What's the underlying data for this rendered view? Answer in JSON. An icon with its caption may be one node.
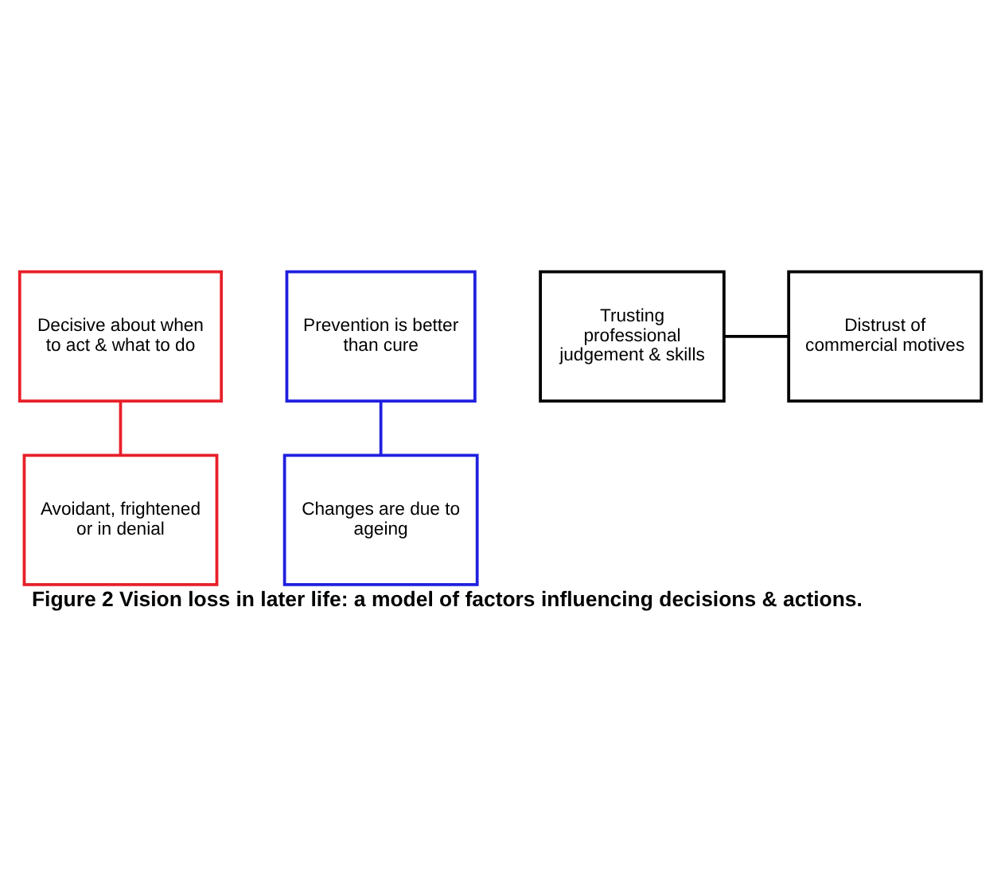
{
  "diagram": {
    "caption": "Figure 2 Vision loss in later life: a model of factors influencing decisions & actions.",
    "nodes": [
      {
        "text": [
          "Decisive about when to act & what to do"
        ]
      },
      {
        "text": [
          "Prevention is better than cure"
        ]
      },
      {
        "text": [
          "Distrust of commercial motives"
        ]
      },
      {
        "text": [
          "Trusting professional judgement & skills"
        ]
      },
      {
        "text": [
          "Changes are due to ageing"
        ]
      },
      {
        "text": [
          "Avoidant, frightened or in denial"
        ]
      }
    ],
    "edges": [
      {
        "from": 0,
        "to": 5,
        "arrow": "none",
        "color": "#e8202a"
      },
      {
        "from": 1,
        "to": 4,
        "arrow": "none",
        "color": "#2020e0"
      },
      {
        "from": 3,
        "to": 2,
        "arrow": "none",
        "color": "#000000"
      }
    ]
  }
}
